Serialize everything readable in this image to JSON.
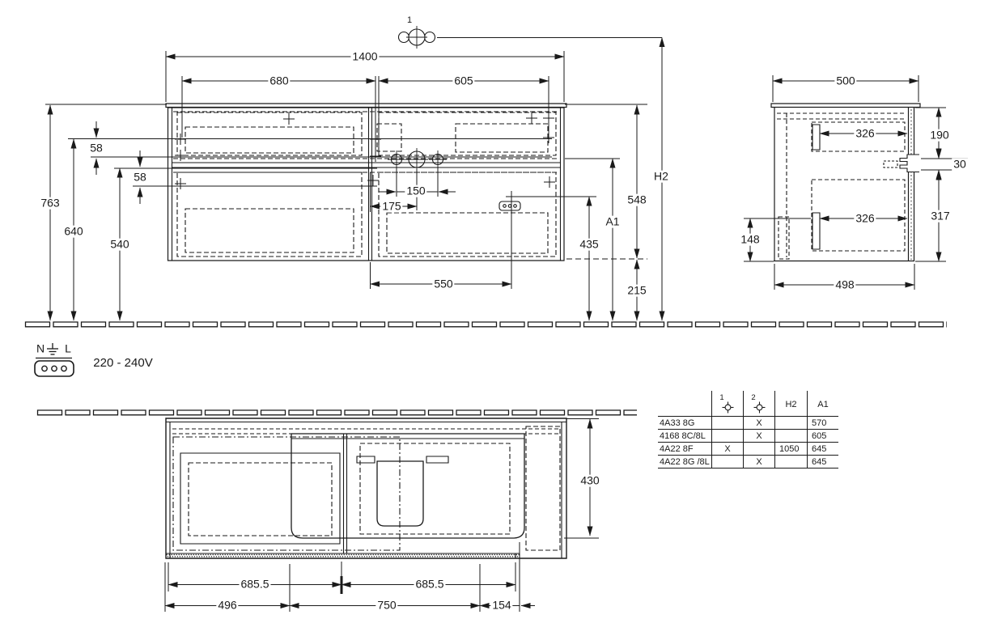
{
  "page": {
    "background": "#ffffff",
    "line_color": "#1a1a1a"
  },
  "tap_symbol": {
    "number": "1"
  },
  "power": {
    "n": "N",
    "l": "L",
    "voltage": "220 - 240V"
  },
  "front_view": {
    "d1400": "1400",
    "d680": "680",
    "d605": "605",
    "d58a": "58",
    "d58b": "58",
    "d763": "763",
    "d640": "640",
    "d540": "540",
    "d150": "150",
    "d175": "175",
    "d550": "550",
    "d435": "435",
    "dA1": "A1",
    "d548": "548",
    "d215": "215",
    "dH2": "H2"
  },
  "side_view": {
    "d500": "500",
    "d326a": "326",
    "d326b": "326",
    "d190": "190",
    "d30": "30",
    "d317": "317",
    "d148": "148",
    "d498": "498"
  },
  "plan_view": {
    "d430": "430",
    "d6855a": "685.5",
    "d6855b": "685.5",
    "d496": "496",
    "d750": "750",
    "d154": "154"
  },
  "spec_table": {
    "headers": {
      "hole1": "1",
      "hole2": "2",
      "h2": "H2",
      "a1": "A1"
    },
    "rows": [
      {
        "model": "4A33 8G",
        "hole1": "",
        "hole2": "X",
        "h2": "",
        "a1": "570"
      },
      {
        "model": "4168 8C/8L",
        "hole1": "",
        "hole2": "X",
        "h2": "",
        "a1": "605"
      },
      {
        "model": "4A22 8F",
        "hole1": "X",
        "hole2": "",
        "h2": "1050",
        "a1": "645"
      },
      {
        "model": "4A22 8G /8L",
        "hole1": "",
        "hole2": "X",
        "h2": "",
        "a1": "645"
      }
    ]
  }
}
